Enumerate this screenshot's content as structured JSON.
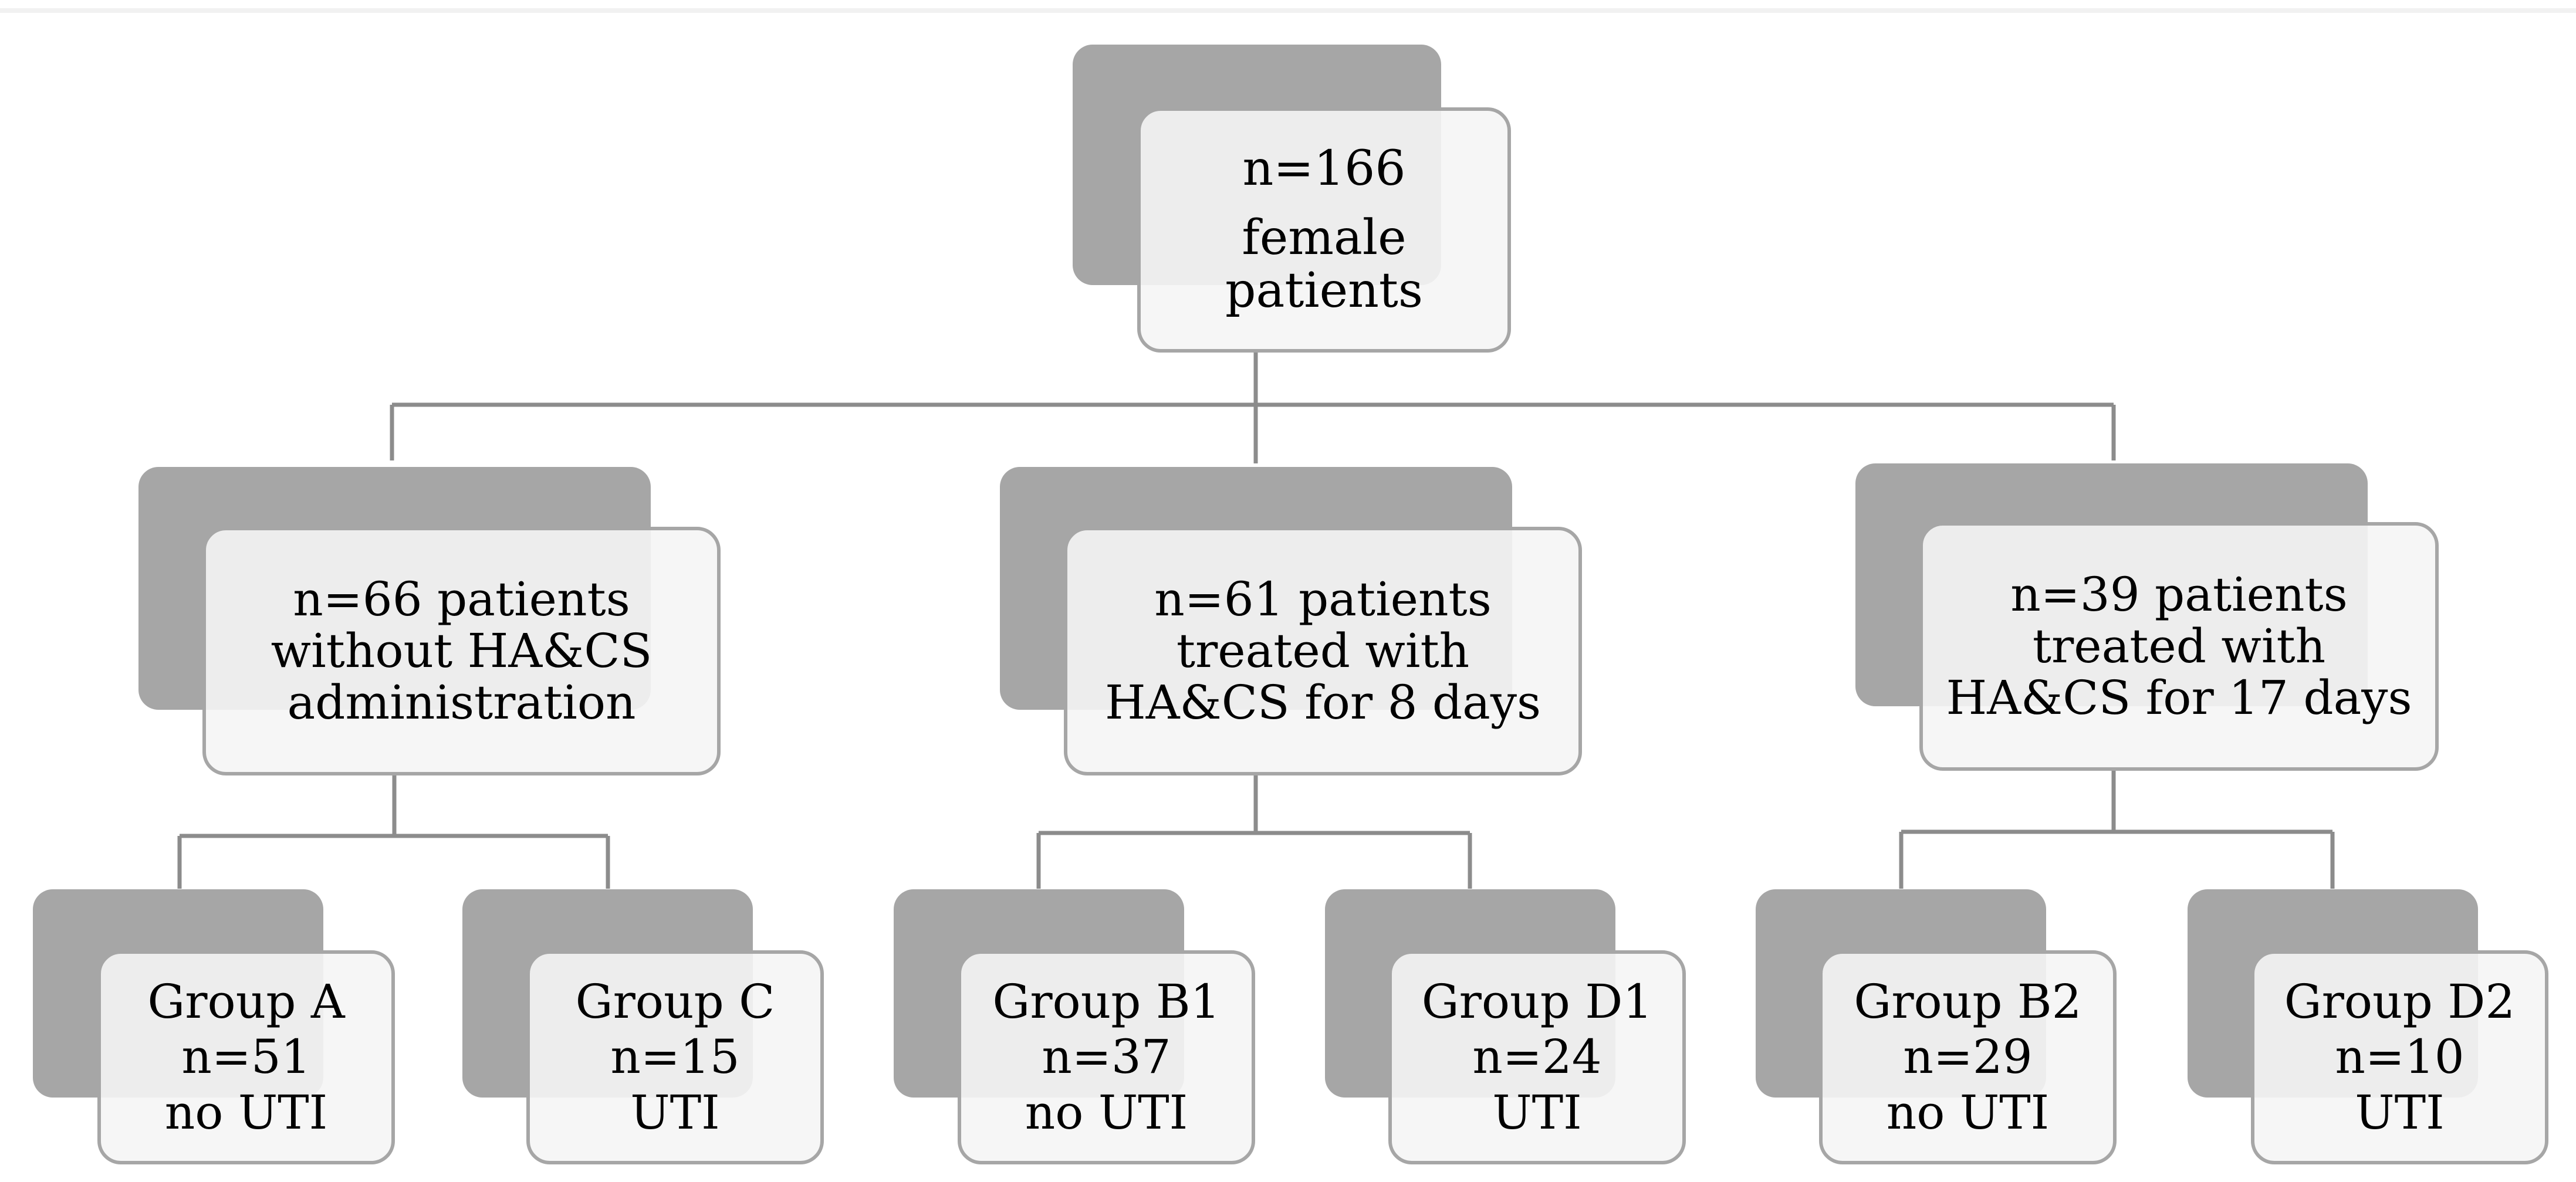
{
  "root": {
    "lines": [
      "n=166",
      "female",
      "patients"
    ]
  },
  "level1": [
    {
      "lines": [
        "n=66 patients",
        "without HA&CS",
        "administration"
      ]
    },
    {
      "lines": [
        "n=61 patients",
        "treated with",
        "HA&CS for 8 days"
      ]
    },
    {
      "lines": [
        "n=39 patients",
        "treated with",
        "HA&CS for 17 days"
      ]
    }
  ],
  "groups": [
    {
      "name": "Group A",
      "n": "n=51",
      "status": "no UTI"
    },
    {
      "name": "Group C",
      "n": "n=15",
      "status": "UTI"
    },
    {
      "name": "Group B1",
      "n": "n=37",
      "status": "no UTI"
    },
    {
      "name": "Group D1",
      "n": "n=24",
      "status": "UTI"
    },
    {
      "name": "Group B2",
      "n": "n=29",
      "status": "no UTI"
    },
    {
      "name": "Group D2",
      "n": "n=10",
      "status": "UTI"
    }
  ],
  "colors": {
    "shadow": "#a6a6a6",
    "card_fill": "#f5f5f5",
    "border": "#a6a6a6",
    "connector": "#8c8c8c"
  }
}
